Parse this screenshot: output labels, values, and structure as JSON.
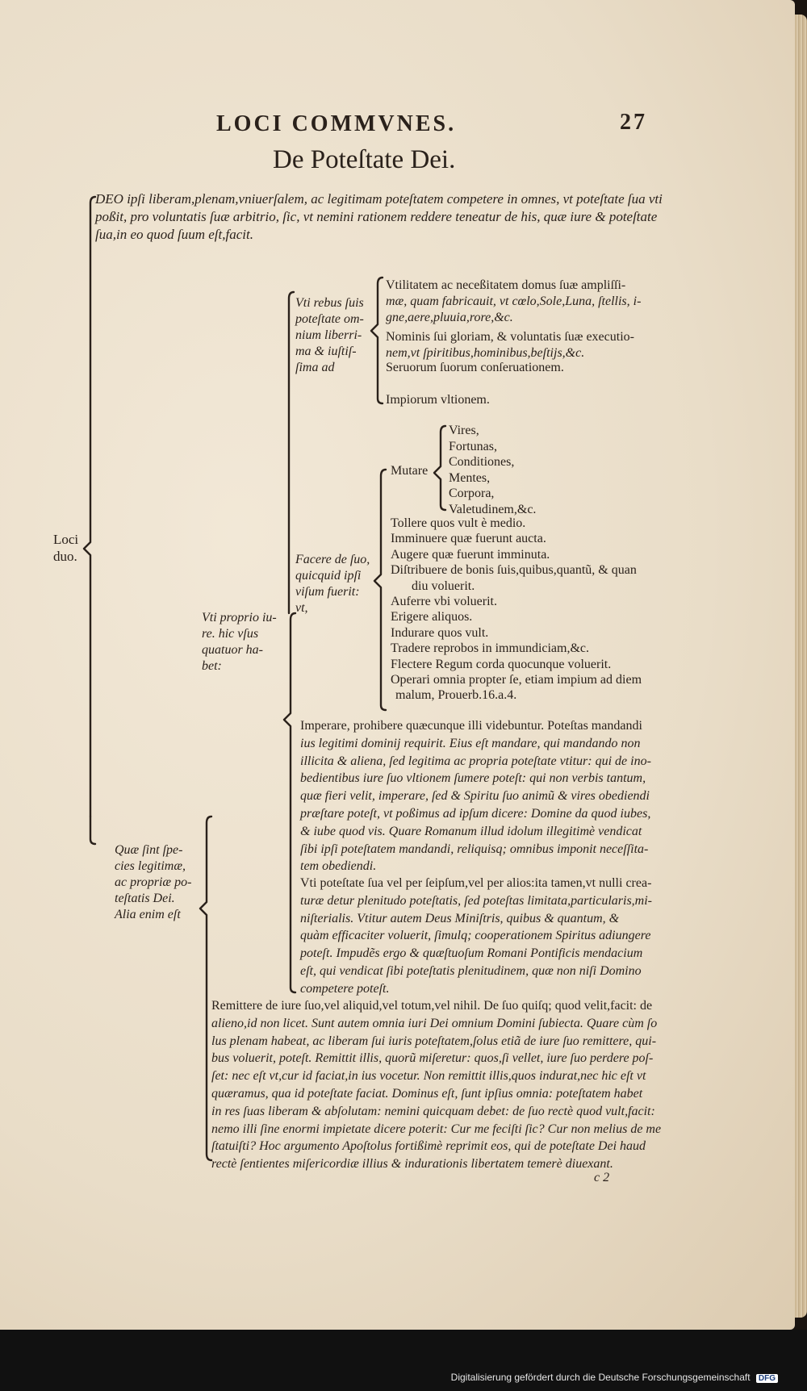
{
  "header": {
    "running_title": "LOCI COMMVNES.",
    "page_number": "27",
    "chapter_title": "De Poteſtate Dei."
  },
  "intro": [
    "DEO ipſi liberam,plenam,vniuerſalem, ac legitimam poteſtatem competere in omnes, vt poteſtate ſua vti",
    "poßit, pro voluntatis ſuæ arbitrio, ſic, vt nemini rationem reddere teneatur de his, quæ iure & poteſtate",
    "ſua,in eo quod ſuum eſt,facit."
  ],
  "loci_label": [
    "Loci",
    "duo."
  ],
  "species_label": [
    "Quæ ſint ſpe-",
    "cies legitimæ,",
    "ac propriæ po-",
    "teſtatis Dei.",
    "Alia enim eſt"
  ],
  "proprio_label": [
    "Vti proprio iu-",
    "re. hic vſus",
    "quatuor ha-",
    "bet:"
  ],
  "rebus_label": [
    "Vti rebus ſuis",
    "poteſtate om-",
    "nium liberri-",
    "ma & iuſtiſ-",
    "ſima ad"
  ],
  "rebus_items": [
    [
      "Vtilitatem ac neceßitatem domus ſuæ ampliſſi-",
      "mæ, quam fabricauit, vt cœlo,Sole,Luna, ſtellis, i-",
      "gne,aere,pluuia,rore,&c."
    ],
    [
      "Nominis ſui gloriam, & voluntatis ſuæ executio-",
      "nem,vt ſpiritibus,hominibus,beſtijs,&c."
    ],
    [
      "Seruorum ſuorum conſeruationem."
    ],
    [
      "Impiorum vltionem."
    ]
  ],
  "facere_label": [
    "Facere de ſuo,",
    "quicquid ipſi",
    "viſum fuerit:",
    "vt,"
  ],
  "mutare_label": "Mutare",
  "mutare_items": [
    "Vires,",
    "Fortunas,",
    "Conditiones,",
    "Mentes,",
    "Corpora,",
    "Valetudinem,&c."
  ],
  "facere_items": [
    "Tollere quos vult è medio.",
    "Imminuere quæ fuerunt aucta.",
    "Augere quæ fuerunt imminuta.",
    "Diſtribuere de bonis ſuis,quibus,quantũ, & quan",
    "diu voluerit.",
    "Auferre vbi voluerit.",
    "Erigere aliquos.",
    "Indurare quos vult.",
    "Tradere reprobos in immundiciam,&c.",
    "Flectere Regum corda quocunque voluerit.",
    "Operari omnia propter ſe, etiam impium ad diem",
    "malum, Prouerb.16.a.4."
  ],
  "imperare_paragraph": [
    "Imperare, prohibere quæcunque illi videbuntur. Poteſtas mandandi",
    "ius legitimi dominij requirit. Eius eſt mandare, qui mandando non",
    "illicita & aliena, ſed legitima ac propria poteſtate vtitur: qui de ino-",
    "bedientibus iure ſuo vltionem ſumere poteſt: qui non verbis tantum,",
    "quæ fieri velit, imperare, ſed & Spiritu ſuo animũ & vires obediendi",
    "præſtare poteſt, vt poßimus ad ipſum dicere: Domine da quod iubes,",
    "& iube quod vis. Quare Romanum illud idolum illegitimè vendicat",
    "ſibi ipſi poteſtatem mandandi, reliquisq; omnibus imponit neceſſita-",
    "tem obediendi."
  ],
  "vti_paragraph": [
    "Vti poteſtate ſua vel per ſeipſum,vel per alios:ita tamen,vt nulli crea-",
    "turæ detur plenitudo poteſtatis, ſed poteſtas limitata,particularis,mi-",
    "niſterialis. Vtitur autem Deus Miniſtris, quibus & quantum, &",
    "quàm efficaciter voluerit, ſimulq; cooperationem Spiritus adiungere",
    "poteſt. Impudẽs ergo & quæſtuoſum Romani Pontificis mendacium",
    "eſt, qui vendicat ſibi poteſtatis plenitudinem, quæ non niſi Domino",
    "competere poteſt."
  ],
  "remittere_paragraph": [
    "Remittere de iure ſuo,vel aliquid,vel totum,vel nihil. De ſuo quiſq; quod velit,facit: de",
    "alieno,id non licet. Sunt autem omnia iuri Dei omnium Domini ſubiecta. Quare cùm ſo",
    "lus plenam habeat, ac liberam ſui iuris poteſtatem,ſolus etiã de iure ſuo remittere, qui-",
    "bus voluerit, poteſt. Remittit illis, quorũ miſeretur: quos,ſi vellet, iure ſuo perdere poſ-",
    "ſet: nec eſt vt,cur id faciat,in ius vocetur. Non remittit illis,quos indurat,nec hic eſt vt",
    "quæramus, qua id poteſtate faciat. Dominus eſt, ſunt ipſius omnia: poteſtatem habet",
    "in res ſuas liberam & abſolutam: nemini quicquam debet: de ſuo rectè quod vult,facit:",
    "nemo illi ſine enormi impietate dicere poterit: Cur me feciſti ſic? Cur non melius de me",
    "ſtatuiſti? Hoc argumento Apoſtolus fortißimè reprimit eos, qui de poteſtate Dei haud",
    "rectè ſentientes miſericordiæ illius & indurationis libertatem temerè diuexant."
  ],
  "signature": "c 2",
  "footer": {
    "text": "Digitalisierung gefördert durch die Deutsche Forschungsgemeinschaft",
    "logo": "DFG"
  }
}
